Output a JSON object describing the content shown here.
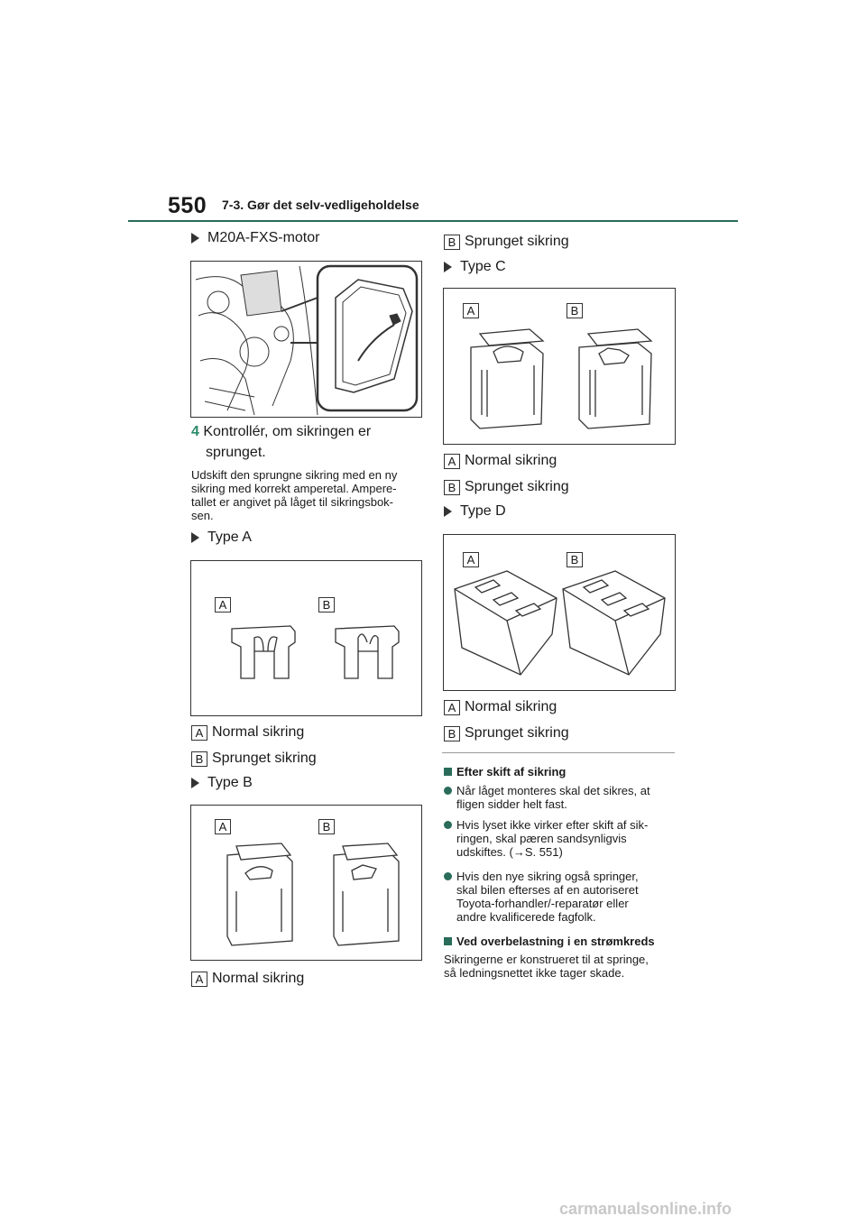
{
  "header": {
    "page_number": "550",
    "section": "7-3. Gør det selv-vedligeholdelse"
  },
  "left": {
    "engine_bullet": "M20A-FXS-motor",
    "step_number": "4",
    "step_text_1": "Kontrollér, om sikringen er",
    "step_text_2": "sprunget.",
    "body_1": "Udskift den sprungne sikring med en ny",
    "body_2": "sikring med korrekt amperetal. Ampere-",
    "body_3": "tallet er angivet på låget til sikringsbok-",
    "body_4": "sen.",
    "type_a": "Type A",
    "type_b": "Type B",
    "normal": "Normal sikring",
    "blown": "Sprunget sikring"
  },
  "right": {
    "blown_top": "Sprunget sikring",
    "type_c": "Type C",
    "type_d": "Type D",
    "normal": "Normal sikring",
    "blown": "Sprunget sikring",
    "sub1_title": "Efter skift af sikring",
    "sub1_items": [
      [
        "Når låget monteres skal det sikres, at",
        "fligen sidder helt fast."
      ],
      [
        "Hvis lyset ikke virker efter skift af sik-",
        "ringen, skal pæren sandsynligvis",
        "udskiftes. (→S. 551)"
      ],
      [
        "Hvis den nye sikring også springer,",
        "skal bilen efterses af en autoriseret",
        "Toyota-forhandler/-reparatør eller",
        "andre kvalificerede fagfolk."
      ]
    ],
    "sub2_title": "Ved overbelastning i en strømkreds",
    "sub2_text_1": "Sikringerne er konstrueret til at springe,",
    "sub2_text_2": "så ledningsnettet ikke tager skade."
  },
  "labels": {
    "a": "A",
    "b": "B"
  },
  "watermark": "carmanualsonline.info"
}
